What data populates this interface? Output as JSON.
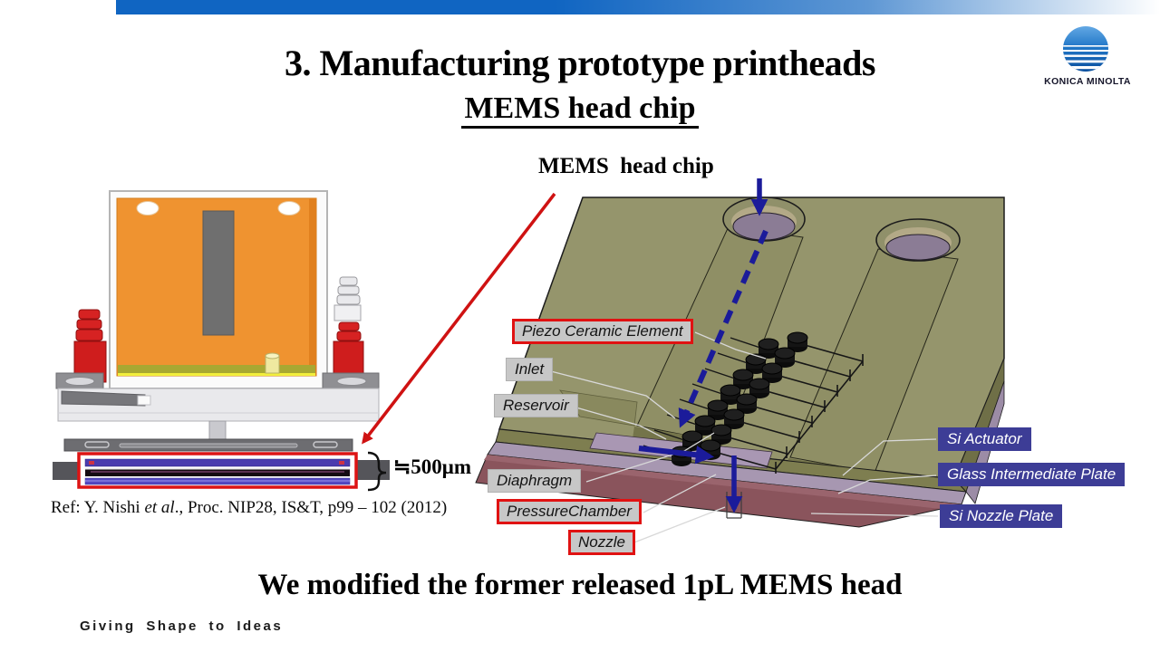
{
  "header": {
    "title": "3. Manufacturing prototype printheads",
    "subtitle": "MEMS head chip"
  },
  "logo": {
    "brand": "KONICA MINOLTA",
    "icon": "globe-icon"
  },
  "left_figure": {
    "measurement": "≒500μm",
    "reference": {
      "pre": "Ref: Y. Nishi ",
      "em": "et al",
      "post": "., Proc. NIP28, IS&T, p99 – 102 (2012)"
    }
  },
  "diagram": {
    "heading": "MEMS  head chip",
    "part_labels": {
      "piezo": "Piezo Ceramic Element",
      "inlet": "Inlet",
      "reservoir": "Reservoir",
      "diaphragm": "Diaphragm",
      "pressure_chamber": "PressureChamber",
      "nozzle": "Nozzle"
    },
    "layer_labels": {
      "si_actuator": "Si Actuator",
      "glass_plate": "Glass Intermediate Plate",
      "si_nozzle_plate": "Si Nozzle Plate"
    }
  },
  "footer": {
    "statement": "We modified the former released 1pL MEMS head",
    "tagline": "Giving Shape to Ideas"
  },
  "colors": {
    "accent_red": "#dd1414",
    "navy_label": "#3d3d96",
    "arrow_blue": "#1b1b9a",
    "chip_olive": "#95956c",
    "glass_purple": "#a797b1",
    "nozzle_maroon": "#8a545c",
    "top_bar_blue": "#1065c2"
  }
}
